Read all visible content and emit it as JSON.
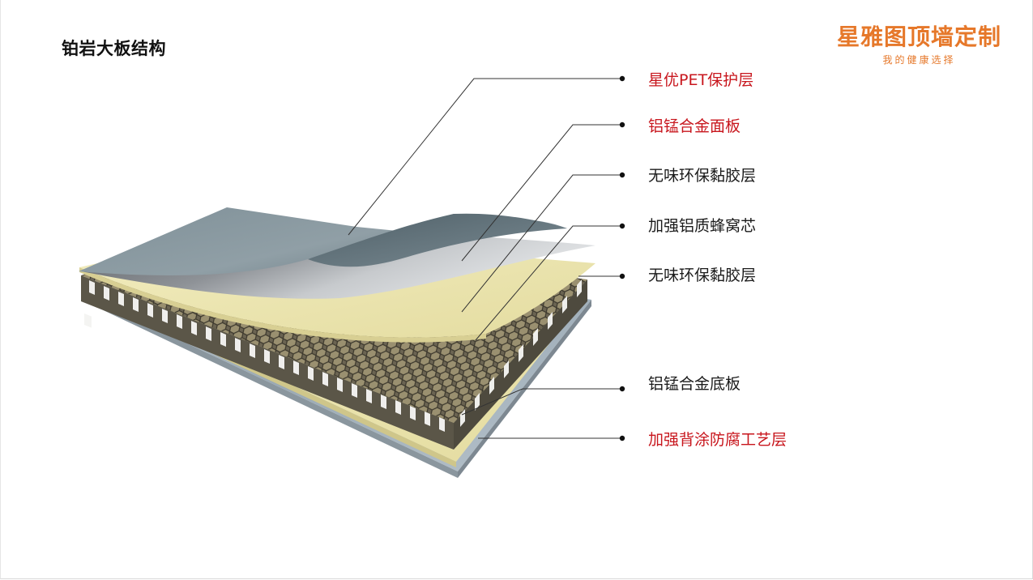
{
  "page": {
    "title": "铂岩大板结构"
  },
  "brand": {
    "name": "星雅图顶墙定制",
    "slogan": "我的健康选择",
    "color": "#e6782a"
  },
  "layers": [
    {
      "label": "星优PET保护层",
      "color": "#c8161d",
      "highlight": true
    },
    {
      "label": "铝锰合金面板",
      "color": "#c8161d",
      "highlight": true
    },
    {
      "label": "无味环保黏胶层",
      "color": "#1a1a1a",
      "highlight": false
    },
    {
      "label": "加强铝质蜂窝芯",
      "color": "#1a1a1a",
      "highlight": false
    },
    {
      "label": "无味环保黏胶层",
      "color": "#1a1a1a",
      "highlight": false
    },
    {
      "label": "铝锰合金底板",
      "color": "#1a1a1a",
      "highlight": false
    },
    {
      "label": "加强背涂防腐工艺层",
      "color": "#c8161d",
      "highlight": true
    }
  ]
}
